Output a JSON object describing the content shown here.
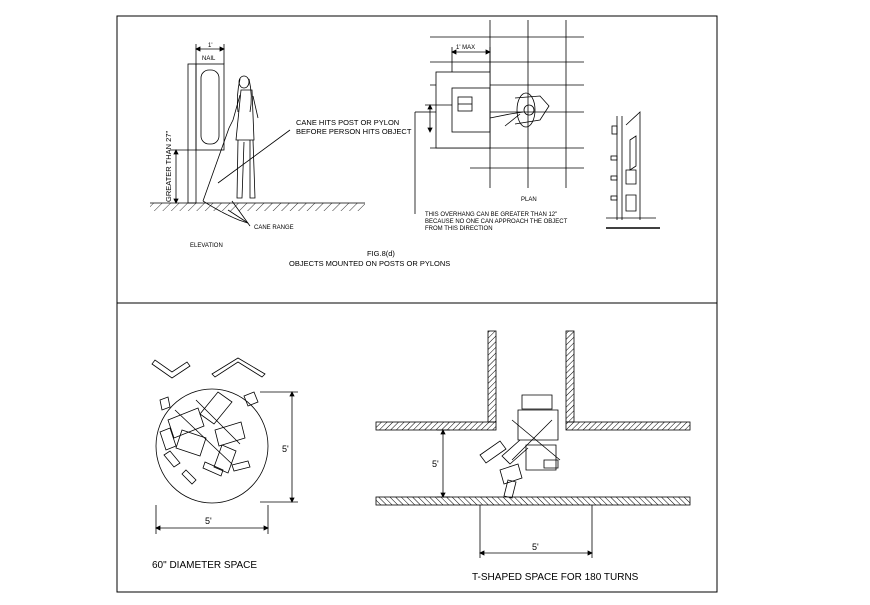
{
  "upper_panel": {
    "elevation": {
      "dim_width": "1'",
      "dim_nail": "NAIL",
      "dim_height": "GREATER THAN 27\"",
      "note_line1": "CANE HITS POST OR PYLON",
      "note_line2": "BEFORE PERSON HITS OBJECT",
      "cane_range": "CANE RANGE",
      "view_label": "ELEVATION"
    },
    "plan": {
      "dim_max": "1' MAX",
      "view_label": "PLAN",
      "overhang_note_line1": "THIS OVERHANG CAN BE GREATER THAN 12\"",
      "overhang_note_line2": "BECAUSE NO ONE CAN APPROACH THE OBJECT",
      "overhang_note_line3": "FROM THIS DIRECTION"
    },
    "fig_number": "FIG.8(d)",
    "fig_caption": "OBJECTS MOUNTED ON POSTS OR PYLONS"
  },
  "lower_left": {
    "dim_vertical": "5'",
    "dim_horizontal": "5'",
    "caption": "60\" DIAMETER SPACE"
  },
  "lower_right": {
    "dim_vertical": "5'",
    "dim_horizontal": "5'",
    "caption": "T-SHAPED SPACE FOR 180 TURNS"
  }
}
